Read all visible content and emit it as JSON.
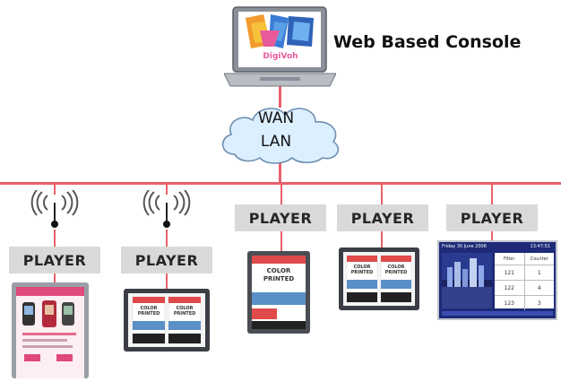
{
  "console": {
    "label": "Web Based Console",
    "logo_text": "DigiVoh",
    "brand_color": "#e85a9a"
  },
  "network": {
    "line1": "WAN",
    "line2": "LAN",
    "line_color": "#e8606a"
  },
  "players": [
    {
      "label": "PLAYER",
      "wireless": true,
      "orientation": "portrait"
    },
    {
      "label": "PLAYER",
      "wireless": true,
      "orientation": "landscape"
    },
    {
      "label": "PLAYER",
      "wireless": false,
      "orientation": "portrait"
    },
    {
      "label": "PLAYER",
      "wireless": false,
      "orientation": "landscape"
    },
    {
      "label": "PLAYER",
      "wireless": false,
      "orientation": "landscape"
    }
  ],
  "screen_content": {
    "poster_title": "COLOR PRINTED",
    "dashboard_date": "Friday 30 June 2006",
    "dashboard_time": "13:47:51",
    "table_headers": [
      "Filter",
      "Counter"
    ],
    "table_rows": [
      [
        "121",
        "1"
      ],
      [
        "122",
        "4"
      ],
      [
        "123",
        "3"
      ]
    ]
  }
}
